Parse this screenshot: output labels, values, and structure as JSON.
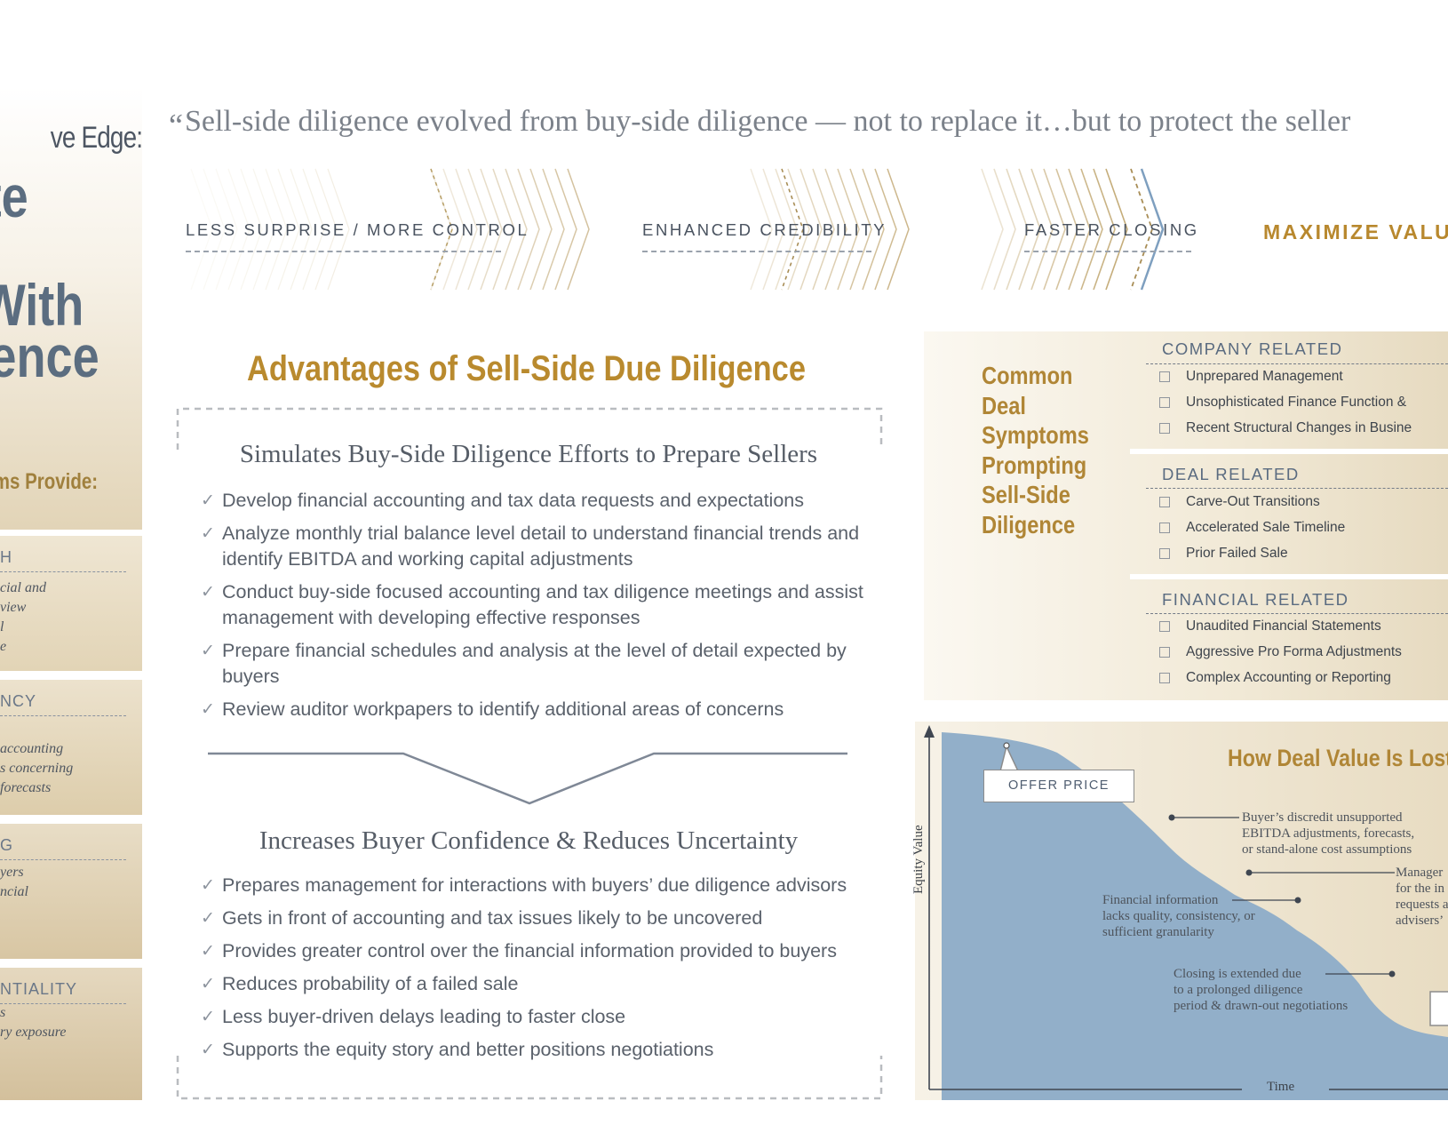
{
  "left_panel": {
    "edge_text": "ve Edge:",
    "big_line_1": "te",
    "big_line_2": "With",
    "big_line_3": "gence",
    "provide_text": "ms Provide:",
    "cards": [
      {
        "head": "H",
        "lines": [
          "cial and",
          "view",
          "l",
          "e"
        ]
      },
      {
        "head": "NCY",
        "lines": [
          "accounting",
          "s concerning",
          "forecasts"
        ]
      },
      {
        "head": "G",
        "lines": [
          "yers",
          "ncial"
        ]
      },
      {
        "head": "NTIALITY",
        "lines": [
          "s",
          "ry exposure"
        ]
      }
    ]
  },
  "quote": {
    "mark": "“",
    "text": "Sell-side diligence evolved from buy-side diligence — not to replace it…but to protect the seller"
  },
  "steps": {
    "step1": "LESS SURPRISE / MORE CONTROL",
    "step2": "ENHANCED CREDIBILITY",
    "step3": "FASTER CLOSING",
    "final": "MAXIMIZE VALUE"
  },
  "advantages": {
    "title": "Advantages of Sell-Side Due Diligence",
    "section1": {
      "title": "Simulates Buy-Side Diligence Efforts to Prepare Sellers",
      "bullets": [
        "Develop financial accounting and tax data requests and expectations",
        "Analyze monthly trial balance level detail to understand financial trends and identify EBITDA and working capital adjustments",
        "Conduct buy-side focused accounting and tax diligence meetings and assist management with developing effective responses",
        "Prepare financial schedules and analysis at the level of detail expected by buyers",
        "Review auditor workpapers to identify additional areas of concerns"
      ]
    },
    "section2": {
      "title": "Increases Buyer Confidence & Reduces Uncertainty",
      "bullets": [
        "Prepares management for interactions with buyers’ due diligence advisors",
        "Gets in front of accounting and tax issues likely to be uncovered",
        "Provides greater control over the financial information provided to buyers",
        "Reduces probability of a failed sale",
        "Less buyer-driven delays leading to faster close",
        "Supports the equity story and better positions negotiations"
      ]
    },
    "check": "✓"
  },
  "symptoms": {
    "title_lines": [
      "Common",
      "Deal",
      "Symptoms",
      "Prompting",
      "Sell-Side",
      "Diligence"
    ],
    "groups": [
      {
        "head": "COMPANY RELATED",
        "items": [
          "Unprepared Management",
          "Unsophisticated Finance Function &",
          "Recent Structural Changes in Busine"
        ]
      },
      {
        "head": "DEAL RELATED",
        "items": [
          "Carve-Out Transitions",
          "Accelerated Sale Timeline",
          "Prior Failed Sale"
        ]
      },
      {
        "head": "FINANCIAL RELATED",
        "items": [
          "Unaudited Financial Statements",
          "Aggressive Pro Forma Adjustments",
          "Complex Accounting or Reporting"
        ]
      }
    ]
  },
  "deal_chart": {
    "title": "How Deal Value Is Lost",
    "offer_label": "OFFER PRICE",
    "y_axis": "Equity Value",
    "x_axis": "Time",
    "annotations": {
      "buyer": [
        "Buyer’s discredit unsupported",
        "EBITDA adjustments, forecasts,",
        "or stand-alone cost assumptions"
      ],
      "manager": [
        "Manager",
        "for the in",
        "requests a",
        "advisers’"
      ],
      "info": [
        "Financial information",
        "lacks quality, consistency, or",
        "sufficient granularity"
      ],
      "closing": [
        "Closing is extended due",
        "to a  prolonged diligence",
        "period & drawn-out negotiations"
      ]
    },
    "colors": {
      "area": "#92afc9",
      "background": "#efe6d3",
      "gold": "#b08636"
    }
  }
}
